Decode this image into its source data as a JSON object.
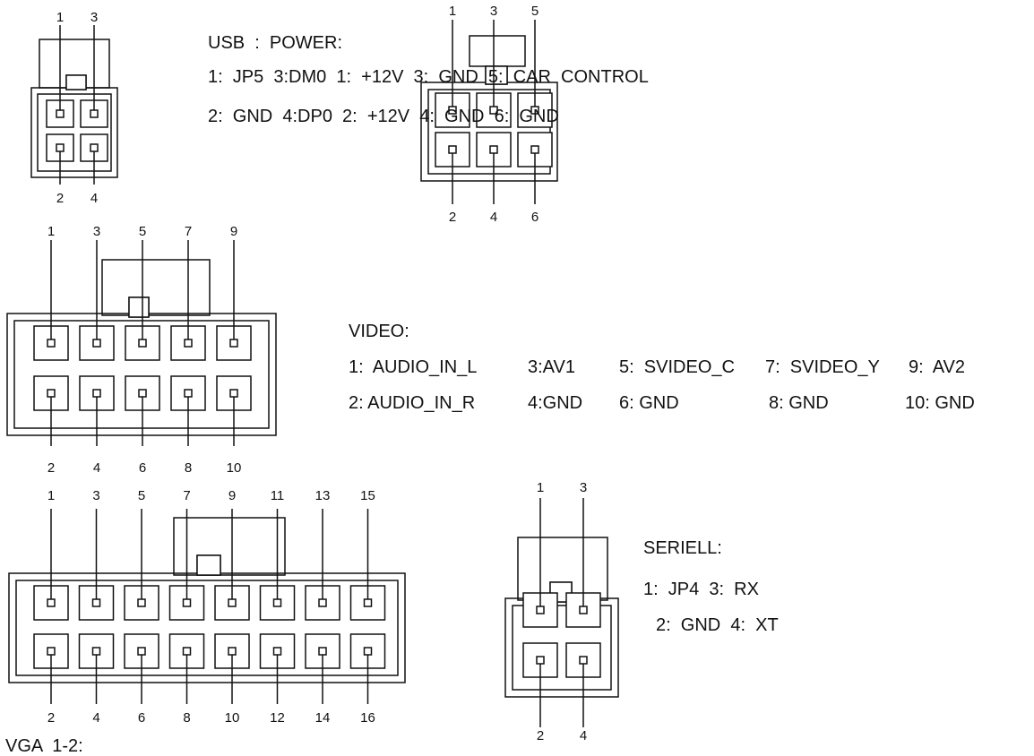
{
  "colors": {
    "stroke": "#111111",
    "background": "#ffffff",
    "text": "#111111"
  },
  "connectors": [
    {
      "id": "usb",
      "pin_rows": [
        [
          "1",
          "3"
        ],
        [
          "2",
          "4"
        ]
      ]
    },
    {
      "id": "power",
      "pin_rows": [
        [
          "1",
          "3",
          "5"
        ],
        [
          "2",
          "4",
          "6"
        ]
      ]
    },
    {
      "id": "video",
      "pin_rows": [
        [
          "1",
          "3",
          "5",
          "7",
          "9"
        ],
        [
          "2",
          "4",
          "6",
          "8",
          "10"
        ]
      ]
    },
    {
      "id": "vga",
      "pin_rows": [
        [
          "1",
          "3",
          "5",
          "7",
          "9",
          "11",
          "13",
          "15"
        ],
        [
          "2",
          "4",
          "6",
          "8",
          "10",
          "12",
          "14",
          "16"
        ]
      ]
    },
    {
      "id": "seriell",
      "pin_rows": [
        [
          "1",
          "3"
        ],
        [
          "2",
          "4"
        ]
      ]
    }
  ],
  "labels": {
    "usb_power_header": "USB  :  POWER:",
    "usb_power_line1": "1:  JP5  3:DM0  1:  +12V  3:  GND  5:  CAR  CONTROL",
    "usb_power_line2": "2:  GND  4:DP0  2:  +12V  4:  GND  6:  GND",
    "video_header": "VIDEO:",
    "video_line1": [
      "1:  AUDIO_IN_L",
      "3:AV1",
      "5:  SVIDEO_C",
      "7:  SVIDEO_Y",
      "9:  AV2"
    ],
    "video_line2": [
      "2: AUDIO_IN_R",
      "4:GND",
      "6: GND",
      "8: GND",
      "10: GND"
    ],
    "seriell_header": "SERIELL:",
    "seriell_line1": "1:  JP4  3:  RX",
    "seriell_line2": "2:  GND  4:  XT",
    "vga_caption": "VGA  1-2:"
  }
}
